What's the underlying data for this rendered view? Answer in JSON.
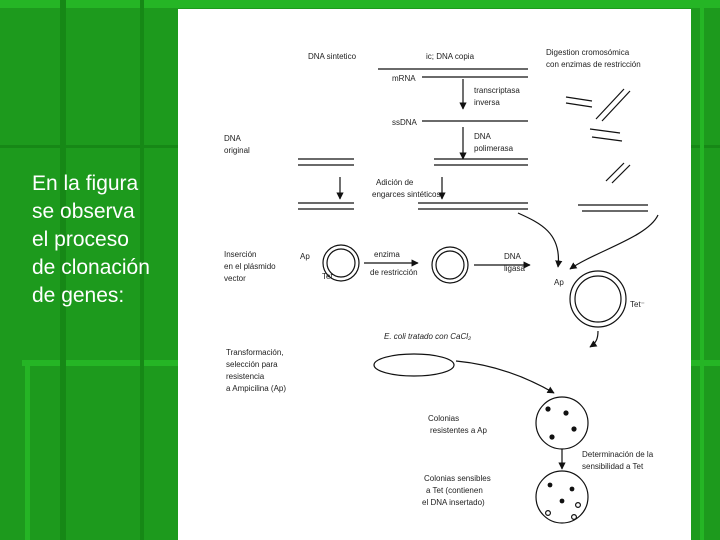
{
  "slide": {
    "caption_lines": [
      "En la figura",
      " se observa",
      " el proceso",
      "de clonación",
      "de genes:"
    ]
  },
  "diagram": {
    "top": {
      "dna_sintetico": "DNA sintetico",
      "dna_copia": "ic; DNA copia",
      "digestion_1": "Digestion cromosómica",
      "digestion_2": "con enzimas de restricción",
      "mrna": "mRNA",
      "transcriptasa_1": "transcriptasa",
      "transcriptasa_2": "inversa",
      "ssdna": "ssDNA",
      "dna_original_1": "DNA",
      "dna_original_2": "original",
      "polimerasa_1": "DNA",
      "polimerasa_2": "polimerasa",
      "adicion_1": "Adición de",
      "adicion_2": "engarces sintéticos"
    },
    "plasmid": {
      "insercion_1": "Inserción",
      "insercion_2": "en el plásmido",
      "insercion_3": "vector",
      "ap_left": "Ap",
      "tet_left": "Tet",
      "enzima_1": "enzima",
      "enzima_2": "de restricción",
      "ligasa_1": "DNA",
      "ligasa_2": "ligasa",
      "ap_right": "Ap",
      "tet_right": "Tet⁻"
    },
    "ecoli": "E. coli tratado con CaCl₂",
    "transformacion": [
      "Transformación,",
      "selección para",
      "resistencia",
      "a Ampicilina (Ap)"
    ],
    "colonias_resistentes": [
      "Colonias",
      "resistentes a Ap"
    ],
    "determinacion": [
      "Determinación de la",
      "sensibilidad a Tet"
    ],
    "colonias_sensibles": [
      "Colonias sensibles",
      "a Tet (contienen",
      "el DNA insertado)"
    ]
  }
}
